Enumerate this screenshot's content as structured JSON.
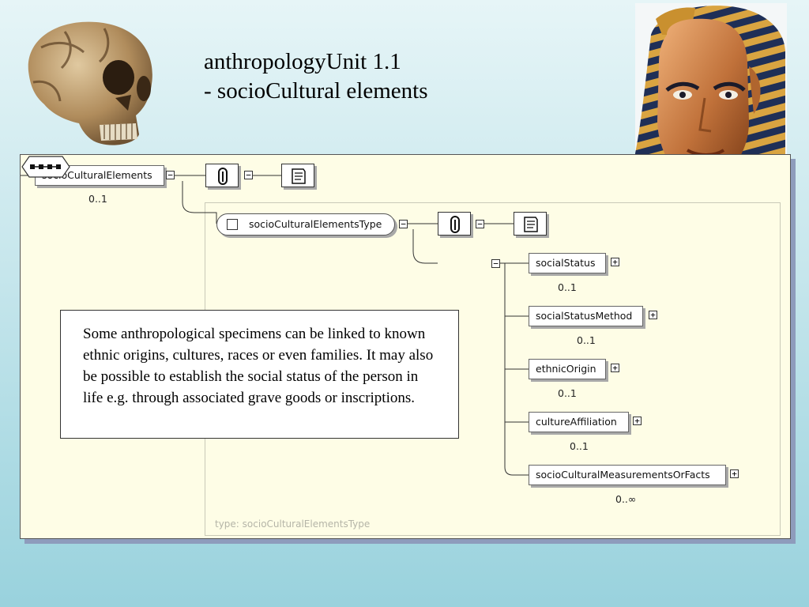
{
  "slide": {
    "title_line1": "anthropologyUnit 1.1",
    "title_line2": "- socioCultural elements"
  },
  "images": {
    "left": "skull-image",
    "right": "pharaoh-mask-image"
  },
  "diagram": {
    "root": {
      "label": "socioCulturalElements",
      "cardinality": "0..1"
    },
    "type_node": {
      "label": "socioCulturalElementsType"
    },
    "type_caption": "type: socioCulturalElementsType",
    "children": [
      {
        "label": "socialStatus",
        "cardinality": "0..1"
      },
      {
        "label": "socialStatusMethod",
        "cardinality": "0..1"
      },
      {
        "label": "ethnicOrigin",
        "cardinality": "0..1"
      },
      {
        "label": "cultureAffiliation",
        "cardinality": "0..1"
      },
      {
        "label": "socioCulturalMeasurementsOrFacts",
        "cardinality": "0..∞"
      }
    ],
    "icons": {
      "annotation": "annotation-icon",
      "documentation": "documentation-icon",
      "sequence": "sequence-compositor-icon",
      "collapse": "minus-toggle-icon",
      "expand": "plus-toggle-icon"
    }
  },
  "description": "Some anthropological specimens can be linked to known ethnic origins, cultures, races or even families. It may also be possible to establish the social status of the person in life e.g. through associated grave goods or inscriptions."
}
